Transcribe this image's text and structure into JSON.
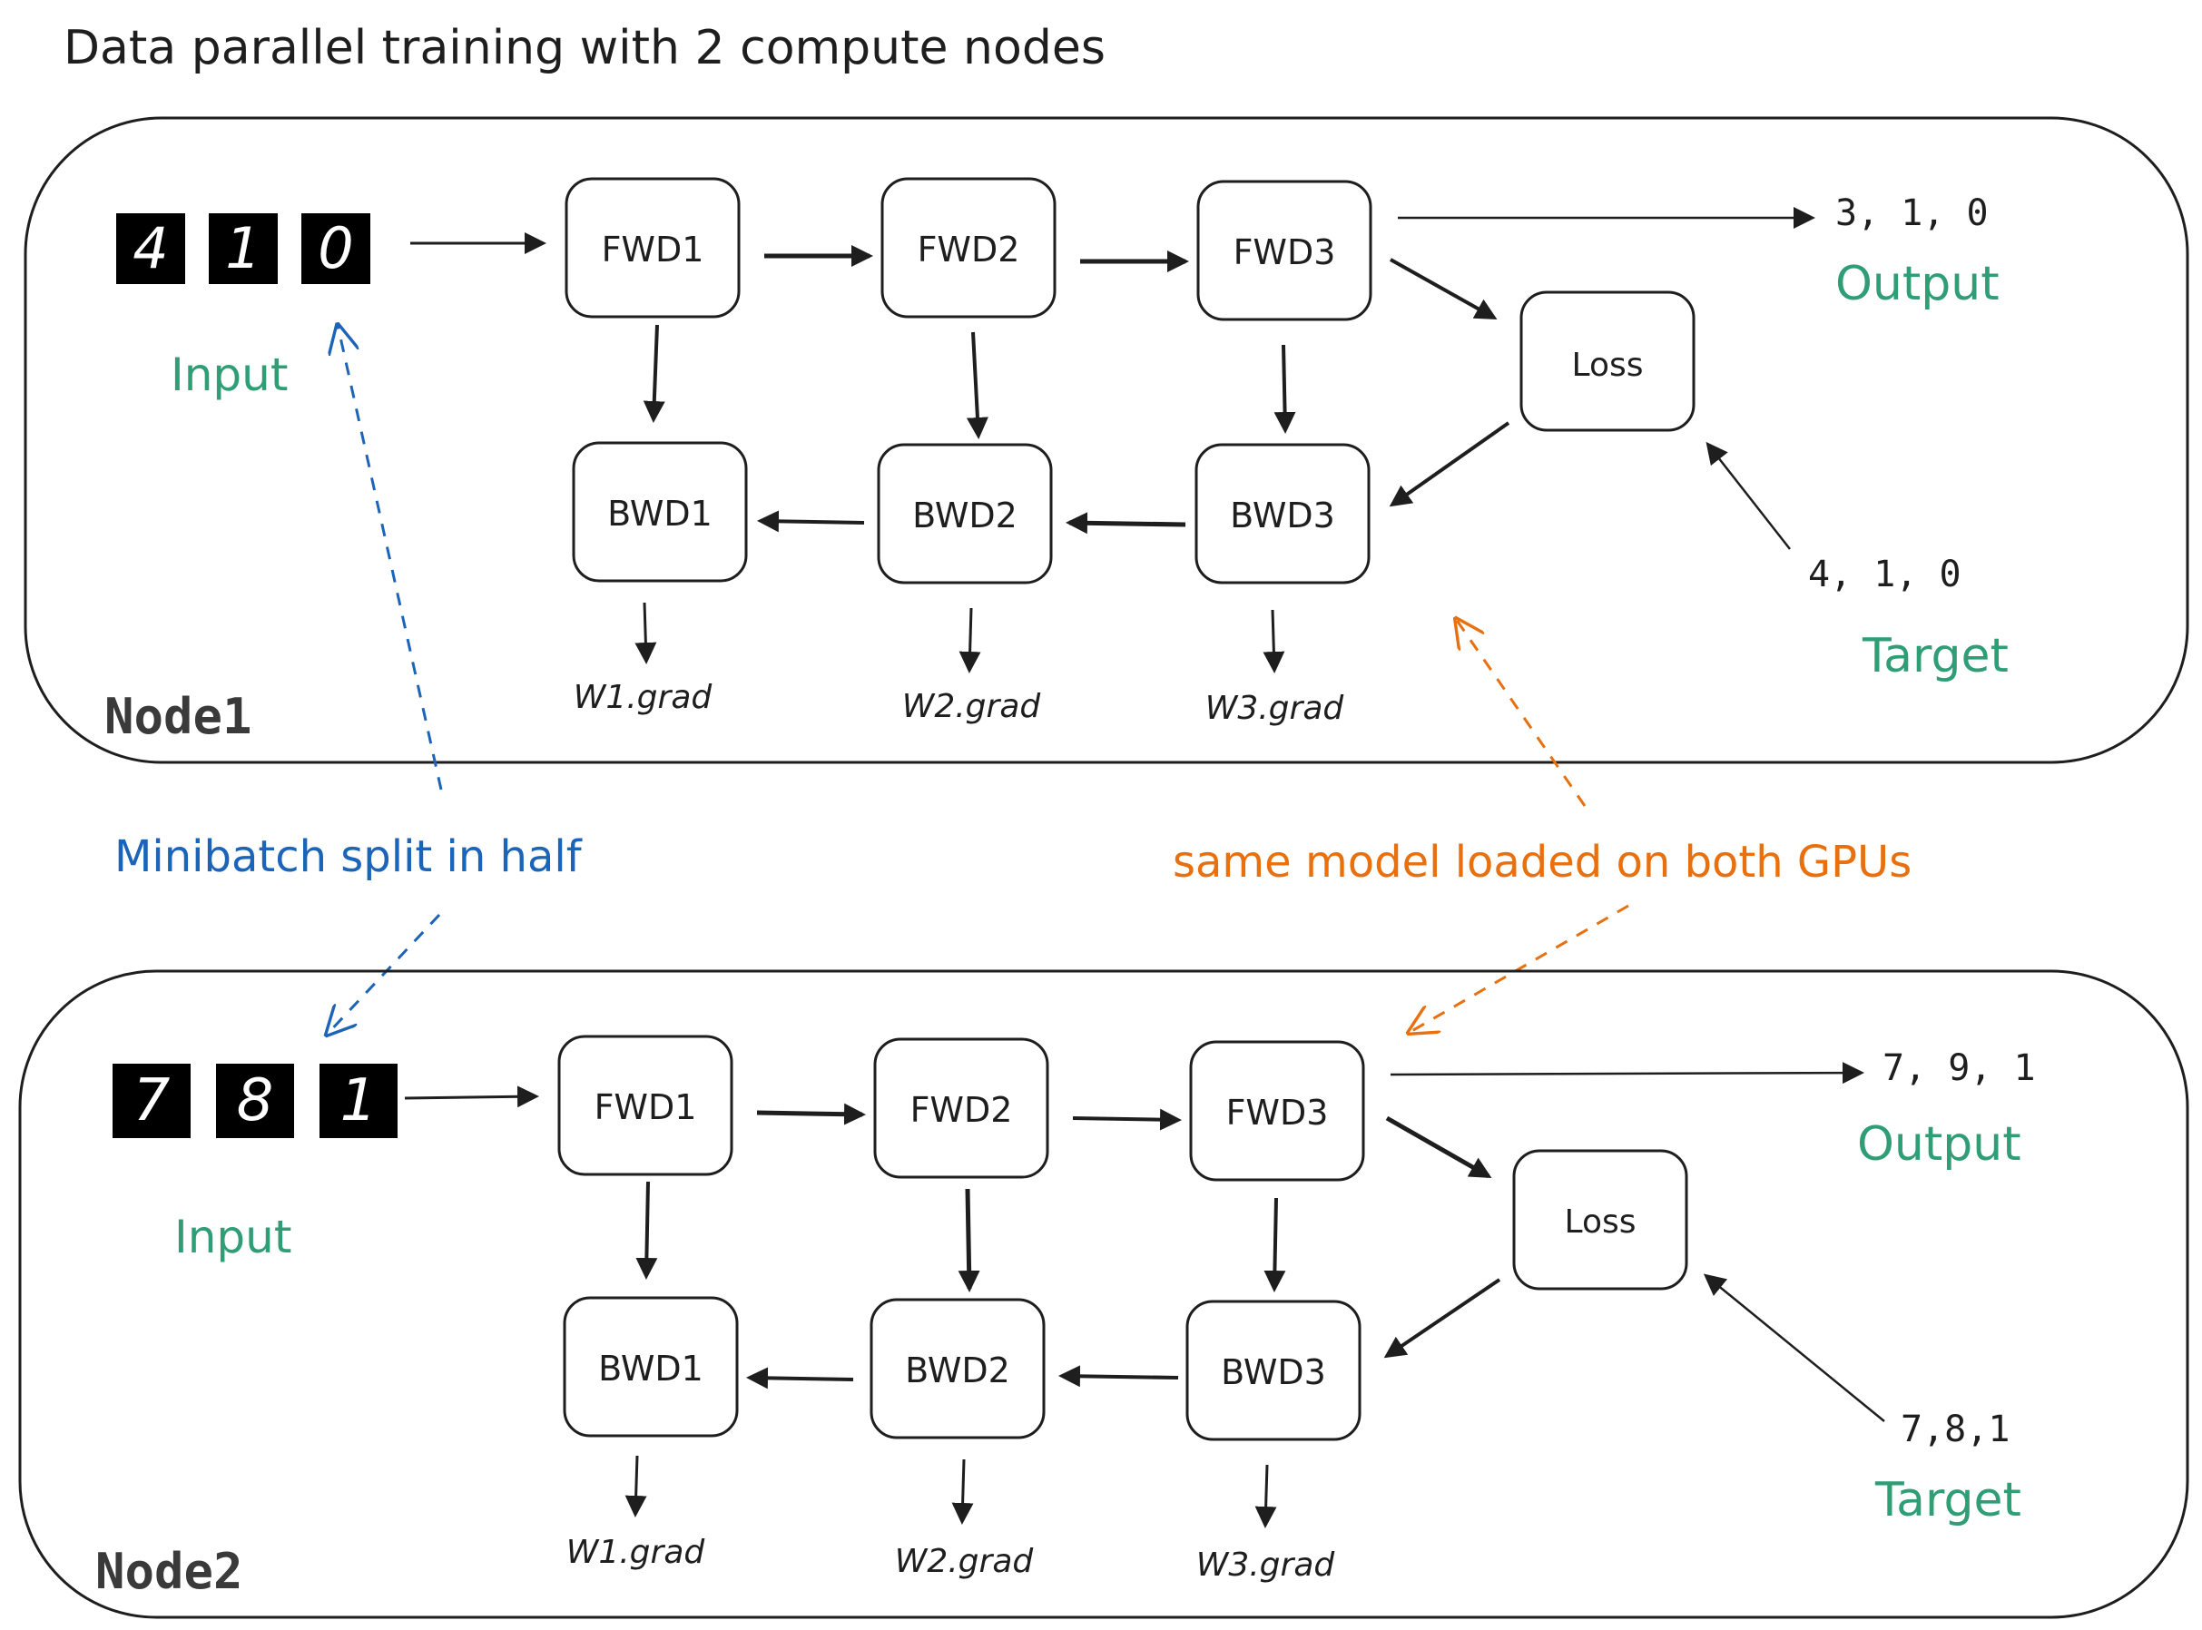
{
  "title": "Data parallel training with 2 compute nodes",
  "colors": {
    "ink": "#1e1e1e",
    "green": "#2f9e77",
    "blue": "#1c64b8",
    "orange": "#e8700f",
    "digit_bg": "#000000",
    "digit_fg": "#ffffff"
  },
  "annotations": {
    "minibatch": "Minibatch split in half",
    "same_model": "same model loaded on both GPUs"
  },
  "nodes": [
    {
      "name": "Node1",
      "input_label": "Input",
      "digits": [
        "4",
        "1",
        "0"
      ],
      "forward": [
        "FWD1",
        "FWD2",
        "FWD3"
      ],
      "backward": [
        "BWD1",
        "BWD2",
        "BWD3"
      ],
      "grads": [
        "W1.grad",
        "W2.grad",
        "W3.grad"
      ],
      "loss": "Loss",
      "output_values": "3, 1, 0",
      "output_label": "Output",
      "target_values": "4, 1, 0",
      "target_label": "Target"
    },
    {
      "name": "Node2",
      "input_label": "Input",
      "digits": [
        "7",
        "8",
        "1"
      ],
      "forward": [
        "FWD1",
        "FWD2",
        "FWD3"
      ],
      "backward": [
        "BWD1",
        "BWD2",
        "BWD3"
      ],
      "grads": [
        "W1.grad",
        "W2.grad",
        "W3.grad"
      ],
      "loss": "Loss",
      "output_values": "7, 9, 1",
      "output_label": "Output",
      "target_values": "7,8,1",
      "target_label": "Target"
    }
  ]
}
